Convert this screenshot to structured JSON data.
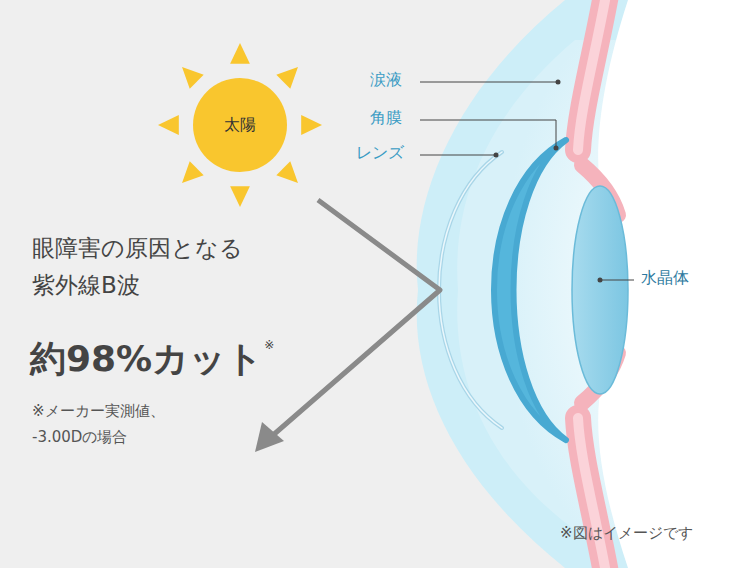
{
  "diagram": {
    "nodes": [
      {
        "text": [
          "太陽"
        ]
      }
    ],
    "labels": [
      "涙液",
      "角膜",
      "レンズ",
      "水晶体",
      "眼障害の原因となる 紫外線B波",
      "約98%カット",
      "※",
      "※メーカー実測値、 -3.00Dの場合",
      "※図はイメージです"
    ]
  }
}
